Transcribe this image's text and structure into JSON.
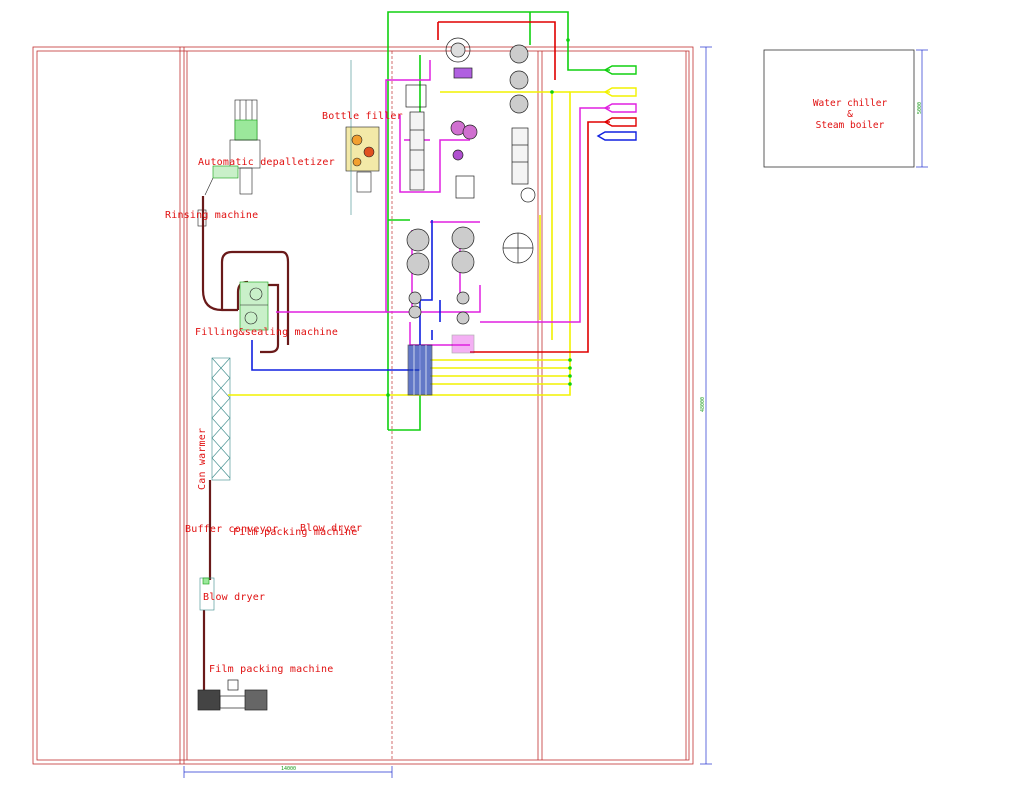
{
  "colors": {
    "wall": "#c03030",
    "conveyor": "#6a1a1a",
    "pipe_green": "#10d010",
    "pipe_yellow": "#f2f200",
    "pipe_magenta": "#e020e0",
    "pipe_red": "#e00000",
    "pipe_blue": "#1020e0",
    "dimension": "#2030d0",
    "label": "#e01010"
  },
  "labels": {
    "depalletizer": "Automatic depalletizer",
    "rinsing": "Rinsing machine",
    "bottle_filler": "Bottle filler",
    "filling_sealing": "Filling&sealing machine",
    "can_warmer": "Can warmer",
    "buffer_conveyor": "Buffer conveyor",
    "film_packing_overlap": "Film packing machine",
    "blow_dryer_overlap": "Blow dryer",
    "blow_dryer": "Blow dryer",
    "film_packing": "Film packing machine",
    "chiller_line1": "Water chiller",
    "chiller_line2": "&",
    "chiller_line3": "Steam boiler"
  },
  "dimensions": {
    "width": "14000",
    "height": "48000",
    "chiller_box": "5000"
  }
}
